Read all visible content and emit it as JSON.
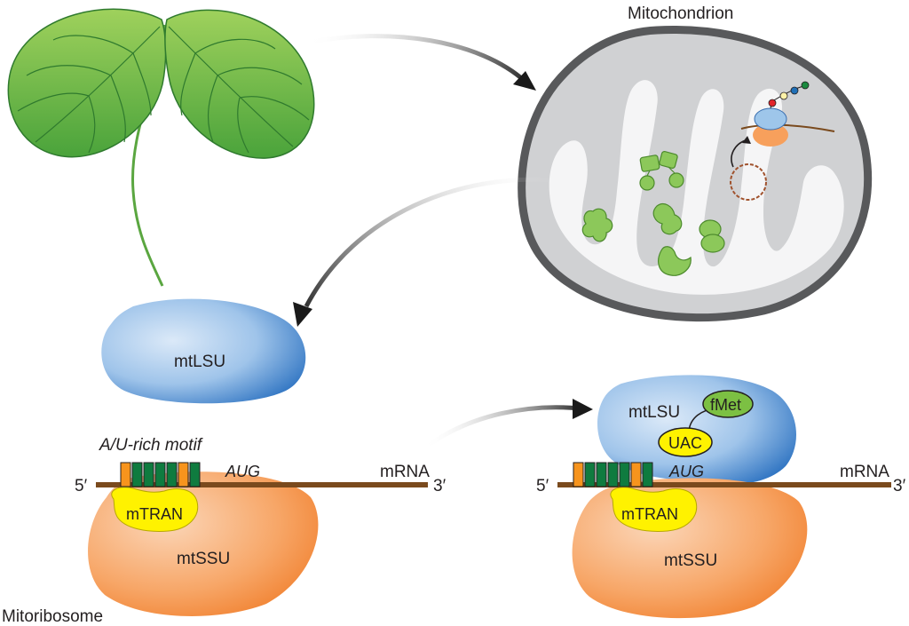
{
  "labels": {
    "mitochondrion": "Mitochondrion",
    "mitoribosome": "Mitoribosome",
    "motif": "A/U-rich motif",
    "five_prime": "5′",
    "three_prime": "3′",
    "aug": "AUG",
    "mrna": "mRNA",
    "mtran": "mTRAN",
    "mtlsu": "mtLSU",
    "mtssu": "mtSSU",
    "uac": "UAC",
    "fmet": "fMet"
  },
  "colors": {
    "leaf": "#7cc043",
    "leaf_dark": "#2f8a2e",
    "mito_outer": "#59595b",
    "mito_matrix": "#cfd0d2",
    "mito_cristae": "#f4f4f5",
    "protein": "#8cc85a",
    "lsu": "#9ec6ea",
    "lsu_dark": "#2f74c2",
    "ssu": "#f6a264",
    "ssu_dark": "#f07c28",
    "mrna": "#7a4a1d",
    "mtran": "#fff200",
    "motif_orange": "#f7941d",
    "motif_green": "#0f7b3f",
    "fmet": "#7cc043"
  },
  "motif_blocks": [
    "orange",
    "green",
    "green",
    "green",
    "green",
    "orange",
    "green"
  ]
}
